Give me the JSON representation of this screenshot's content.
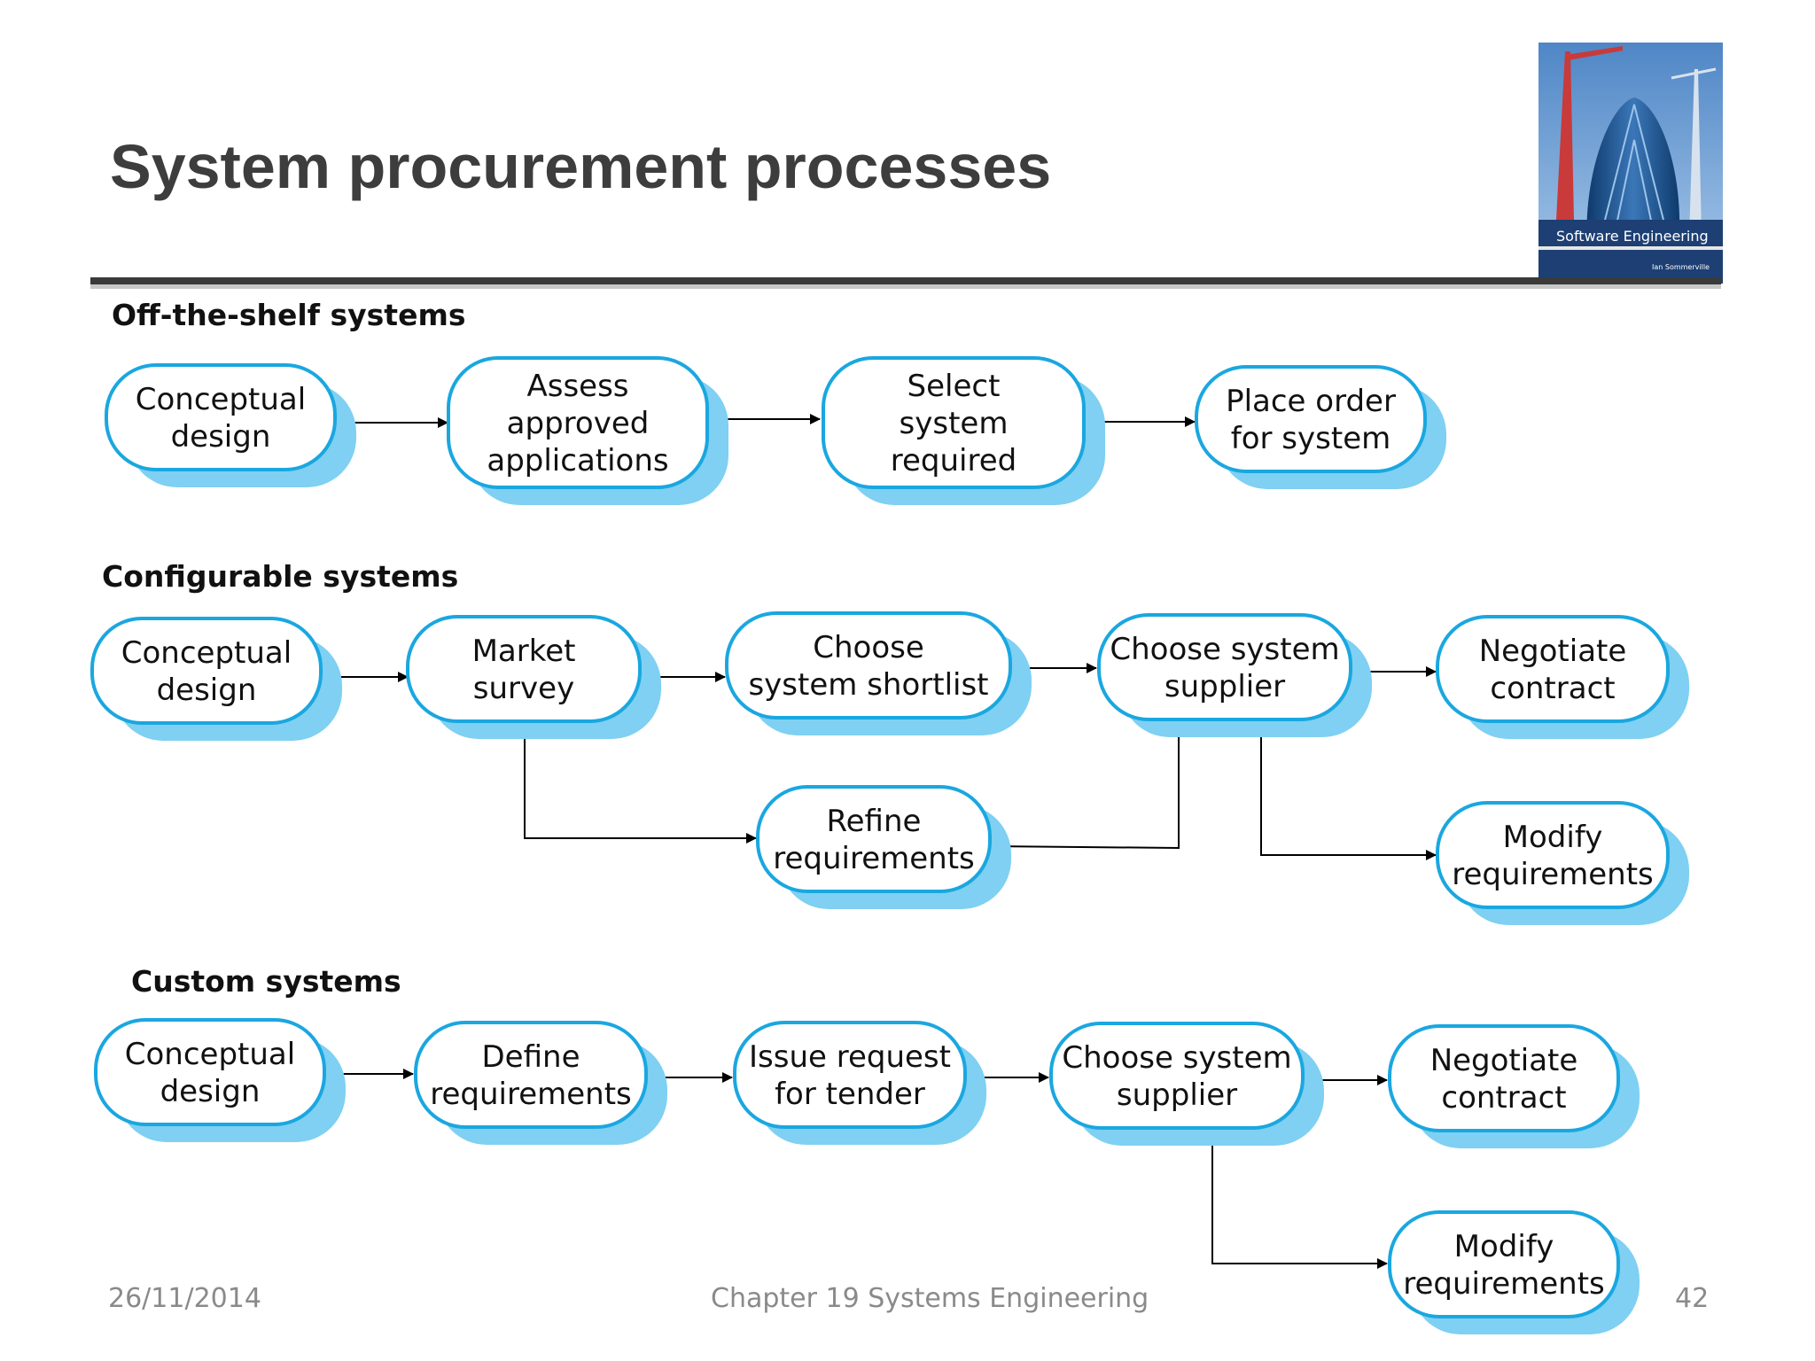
{
  "slide": {
    "title": "System procurement processes",
    "footer_date": "26/11/2014",
    "footer_chapter": "Chapter 19 Systems Engineering",
    "page_number": "42"
  },
  "book_cover": {
    "title": "Software Engineering",
    "author": "Ian Sommerville"
  },
  "colors": {
    "node_border": "#1aa7e0",
    "node_shadow": "#7fd0f2",
    "arrow": "#000000"
  },
  "sections": {
    "off_the_shelf": {
      "title": "Off-the-shelf systems",
      "nodes": [
        [
          "Conceptual",
          "design"
        ],
        [
          "Assess",
          "approved",
          "applications"
        ],
        [
          "Select",
          "system",
          "required"
        ],
        [
          "Place order",
          "for system"
        ]
      ]
    },
    "configurable": {
      "title": "Configurable systems",
      "nodes": [
        [
          "Conceptual",
          "design"
        ],
        [
          "Market",
          "survey"
        ],
        [
          "Choose",
          "system shortlist"
        ],
        [
          "Choose system",
          "supplier"
        ],
        [
          "Negotiate",
          "contract"
        ],
        [
          "Refine",
          "requirements"
        ],
        [
          "Modify",
          "requirements"
        ]
      ]
    },
    "custom": {
      "title": "Custom systems",
      "nodes": [
        [
          "Conceptual",
          "design"
        ],
        [
          "Define",
          "requirements"
        ],
        [
          "Issue request",
          "for tender"
        ],
        [
          "Choose system",
          "supplier"
        ],
        [
          "Negotiate",
          "contract"
        ],
        [
          "Modify",
          "requirements"
        ]
      ]
    }
  }
}
